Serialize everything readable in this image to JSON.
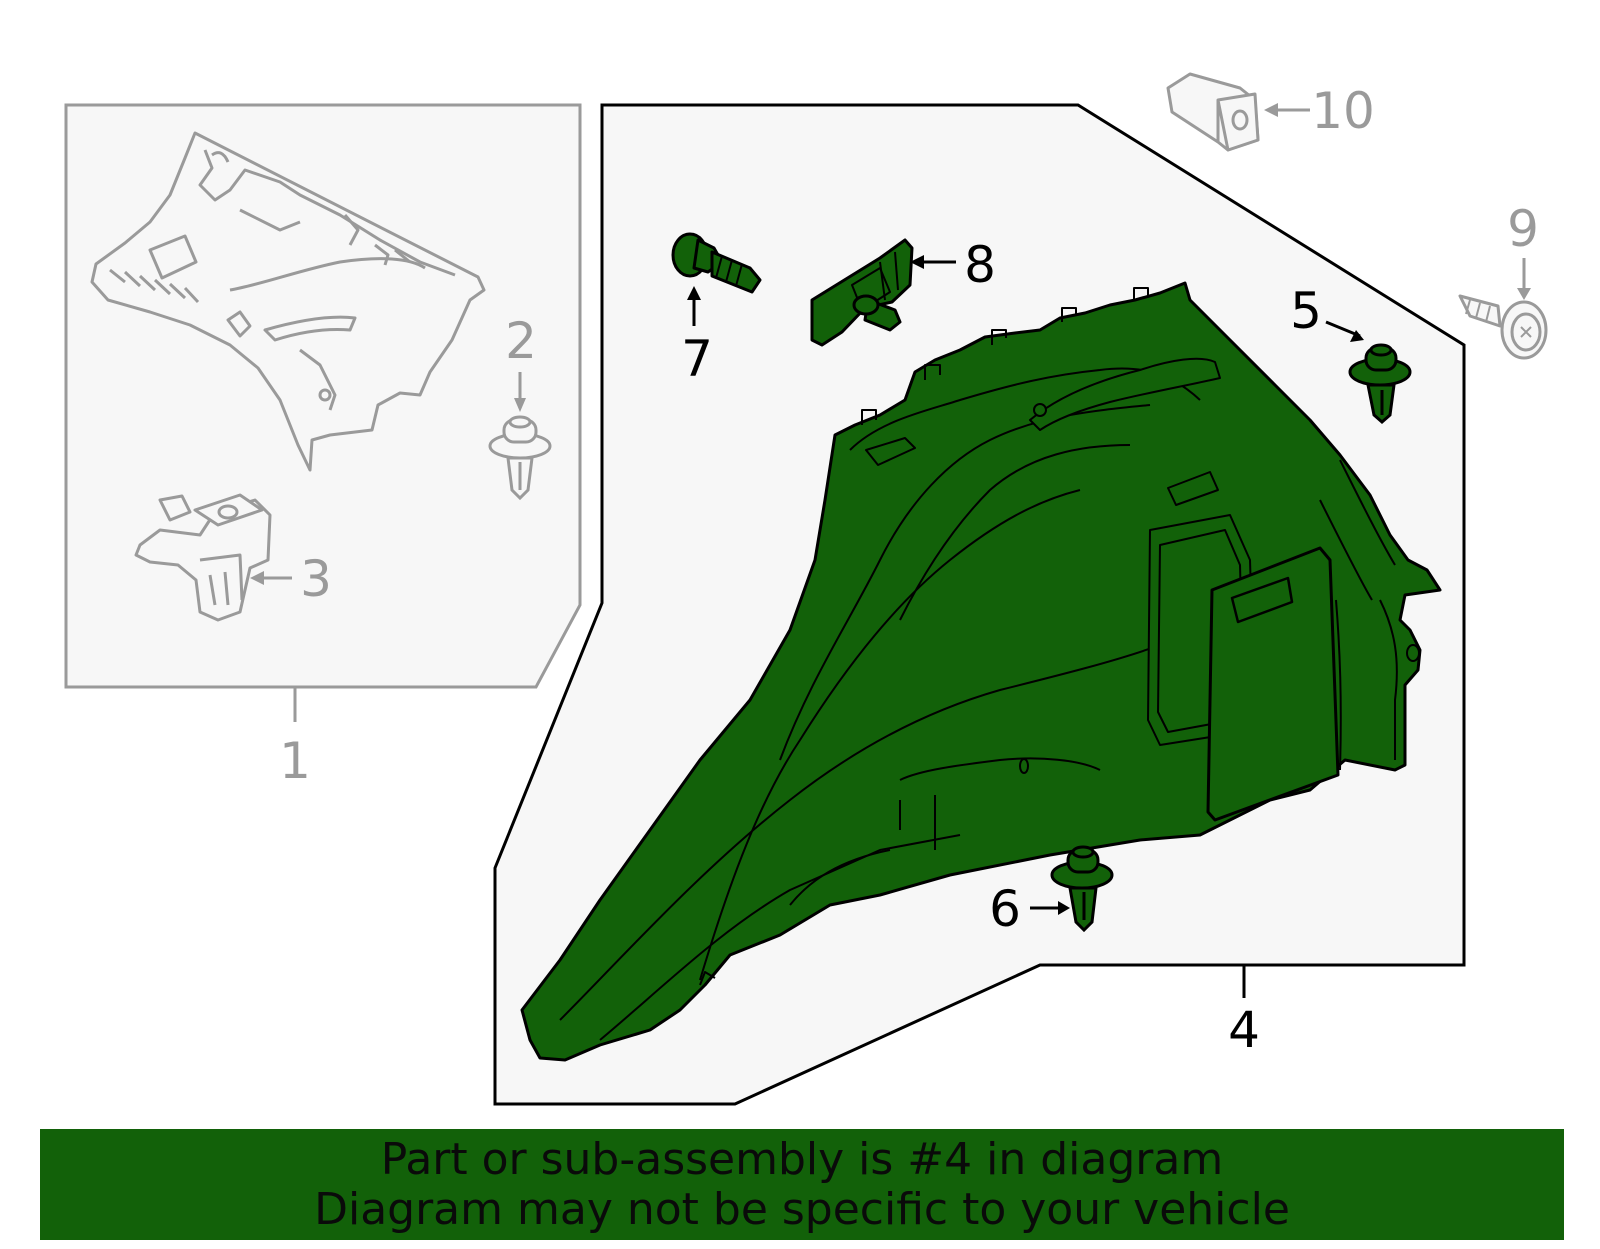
{
  "diagram": {
    "colors": {
      "highlight_fill": "#126109",
      "panel_bg": "#f7f7f7",
      "inactive_stroke": "#9a9a9a",
      "active_stroke": "#000000"
    },
    "callouts": [
      {
        "id": "1",
        "label": "1",
        "state": "inactive"
      },
      {
        "id": "2",
        "label": "2",
        "state": "inactive"
      },
      {
        "id": "3",
        "label": "3",
        "state": "inactive"
      },
      {
        "id": "4",
        "label": "4",
        "state": "active"
      },
      {
        "id": "5",
        "label": "5",
        "state": "active"
      },
      {
        "id": "6",
        "label": "6",
        "state": "active"
      },
      {
        "id": "7",
        "label": "7",
        "state": "active"
      },
      {
        "id": "8",
        "label": "8",
        "state": "active"
      },
      {
        "id": "9",
        "label": "9",
        "state": "inactive"
      },
      {
        "id": "10",
        "label": "10",
        "state": "inactive"
      }
    ]
  },
  "banner": {
    "line1": "Part or sub-assembly is #4 in diagram",
    "line2": "Diagram may not be specific to your vehicle"
  }
}
